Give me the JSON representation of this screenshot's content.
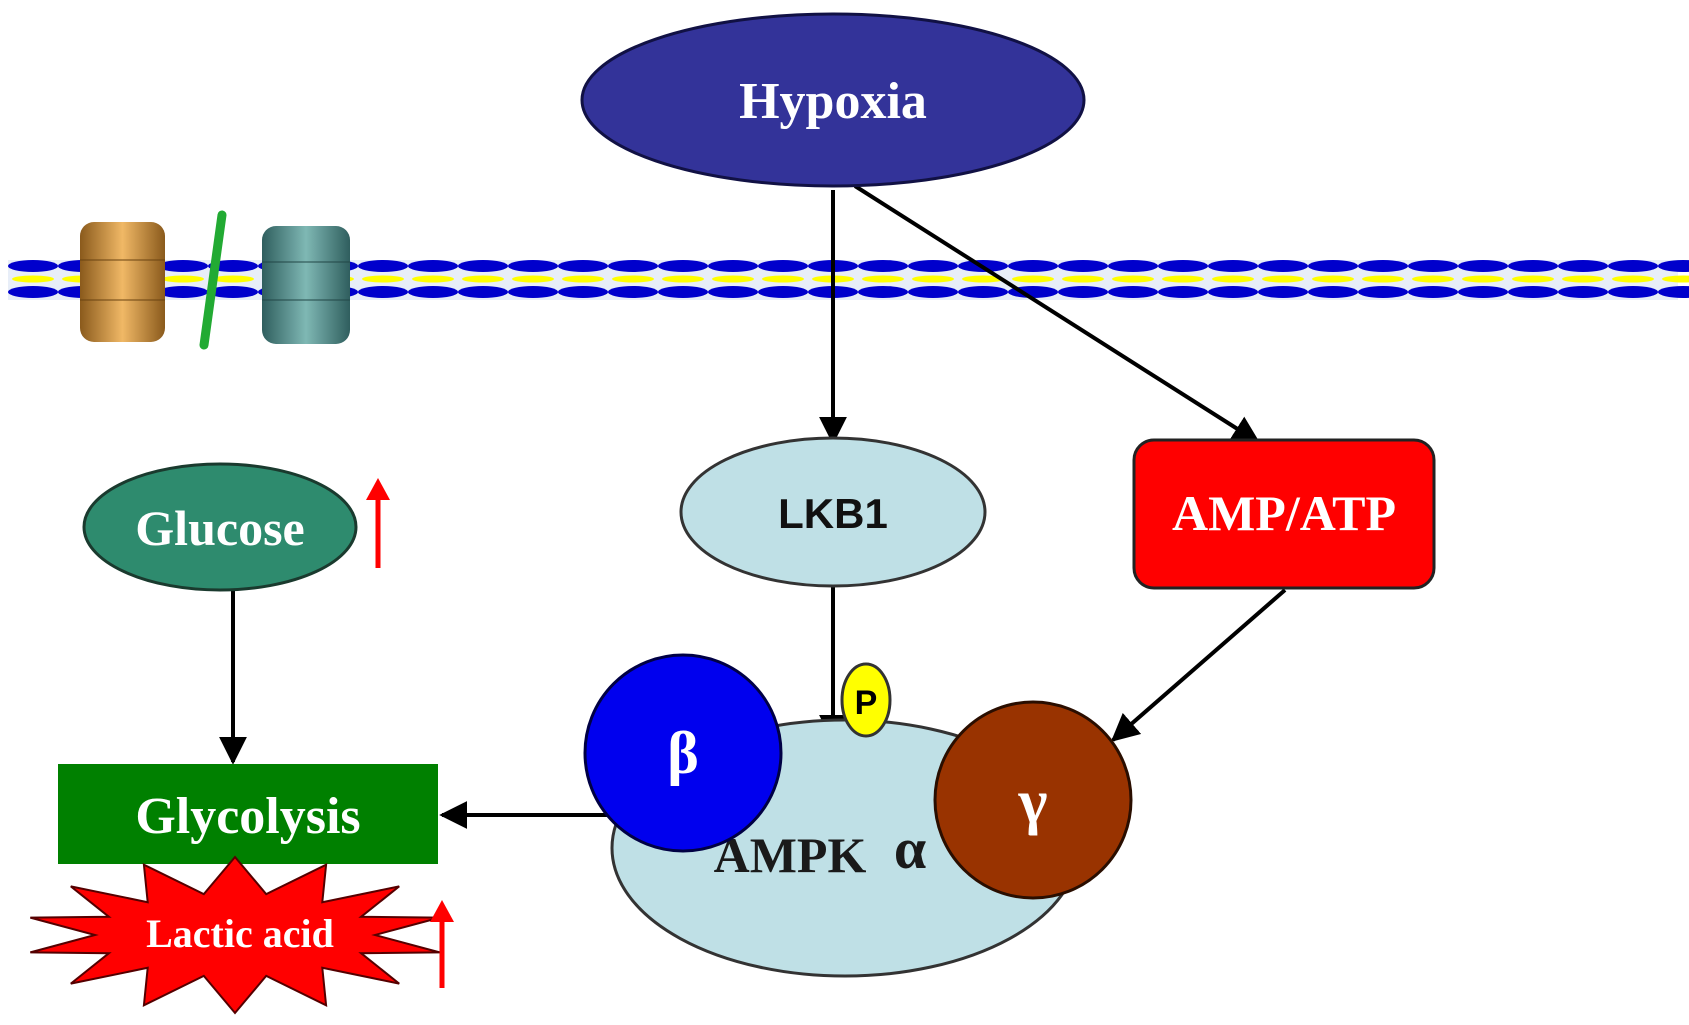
{
  "nodes": {
    "hypoxia": "Hypoxia",
    "lkb1": "LKB1",
    "amp_atp": "AMP/ATP",
    "glucose": "Glucose",
    "glycolysis": "Glycolysis",
    "lactic_acid": "Lactic acid",
    "ampk": "AMPK",
    "alpha": "α",
    "beta": "β",
    "gamma": "γ",
    "phospho": "P"
  },
  "colors": {
    "hypoxia_fill": "#333399",
    "lkb1_fill": "#bfe0e6",
    "amp_atp_fill": "#ff0000",
    "glucose_fill": "#2e8b6e",
    "glycolysis_fill": "#008000",
    "lactic_acid_fill": "#ff0000",
    "ampk_fill": "#bfe0e6",
    "beta_fill": "#0000ee",
    "gamma_fill": "#993300",
    "phospho_fill": "#ffff00",
    "membrane_blue": "#0000cc",
    "membrane_yellow": "#ffff00",
    "increase_arrow": "#ff0000"
  },
  "icons": {
    "membrane": "cell-membrane-bilayer",
    "channels": [
      "orange-ion-channel-icon",
      "green-transmembrane-helix-icon",
      "teal-ion-channel-icon"
    ],
    "increase": "red-up-arrow-icon"
  }
}
